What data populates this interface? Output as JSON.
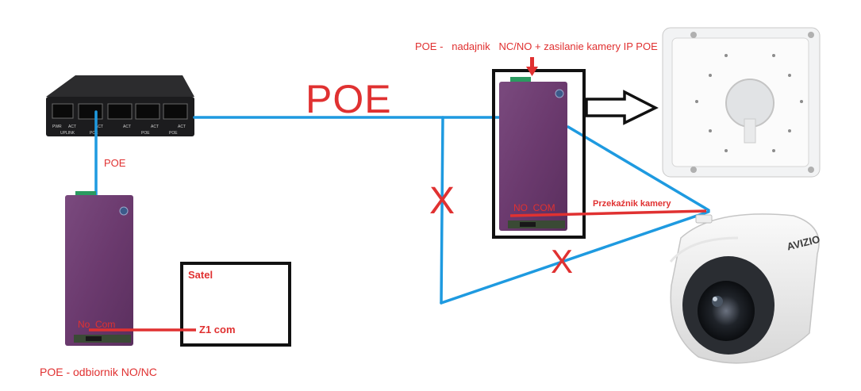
{
  "labels": {
    "poe_big": "POE",
    "transmitter": "POE -   nadajnik   NC/NO + zasilanie kamery IP POE",
    "poe_small": "POE",
    "receiver": "POE - odbiornik NO/NC",
    "camera_relay": "Przekaźnik kamery",
    "no_com_transmitter": "NO  COM",
    "no_com_receiver": "No  Com",
    "satel_title": "Satel",
    "satel_z1": "Z1 com",
    "cross_1": "X",
    "cross_2": "X"
  },
  "switch": {
    "ports": [
      "PWR",
      "ACT",
      "ACT",
      "ACT",
      "ACT",
      "ACT"
    ],
    "bottom": [
      "UPLINK",
      "POE",
      "POE",
      "POE"
    ]
  },
  "camera": {
    "brand": "AVIZIO"
  },
  "colors": {
    "annotation_red": "#e03131",
    "cable_blue": "#1e9ae0",
    "module_purple": "#6b3a6e",
    "frame_black": "#111111"
  }
}
